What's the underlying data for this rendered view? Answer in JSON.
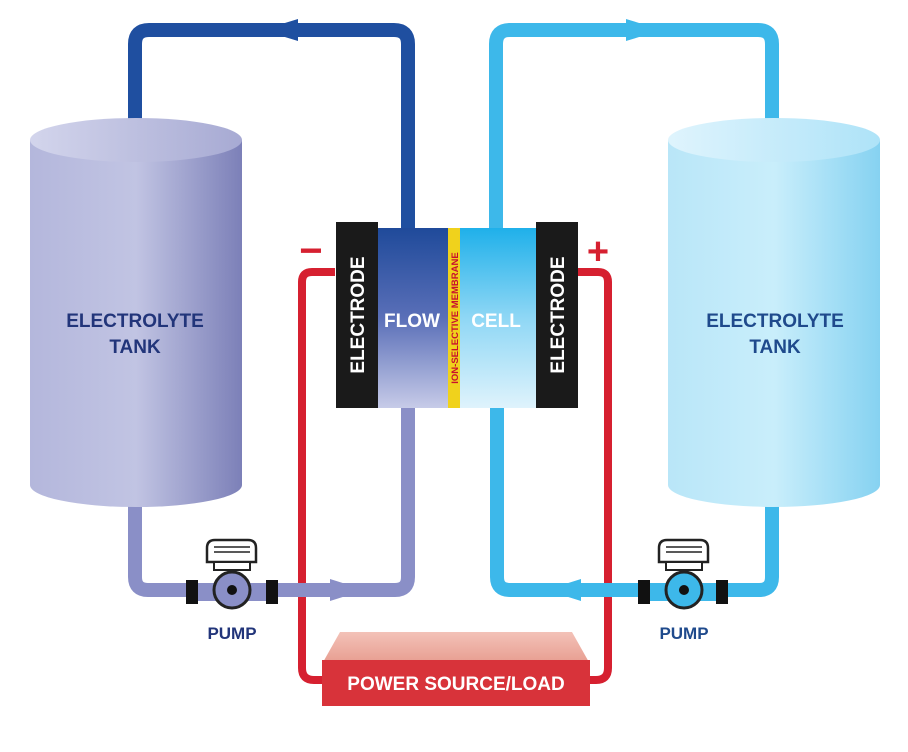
{
  "labels": {
    "left_tank": [
      "ELECTROLYTE",
      "TANK"
    ],
    "right_tank": [
      "ELECTROLYTE",
      "TANK"
    ],
    "left_electrode": "ELECTRODE",
    "right_electrode": "ELECTRODE",
    "flow": "FLOW",
    "cell": "CELL",
    "membrane": "ION-SELECTIVE MEMBRANE",
    "left_pump": "PUMP",
    "right_pump": "PUMP",
    "power": "POWER SOURCE/LOAD",
    "negative": "−",
    "positive": "+"
  },
  "colors": {
    "dark_blue_pipe": "#1f4fa0",
    "light_blue_pipe": "#3db8ea",
    "purple_pipe": "#8a8fc7",
    "red_wire": "#d62030",
    "left_tank": "#a6aad3",
    "right_tank": "#9fdcf5",
    "tank_text_left": "#22357a",
    "tank_text_right": "#1f4a8c",
    "electrode": "#1a1a1a",
    "membrane": "#f0d21c",
    "power_box": "#d8333a"
  }
}
